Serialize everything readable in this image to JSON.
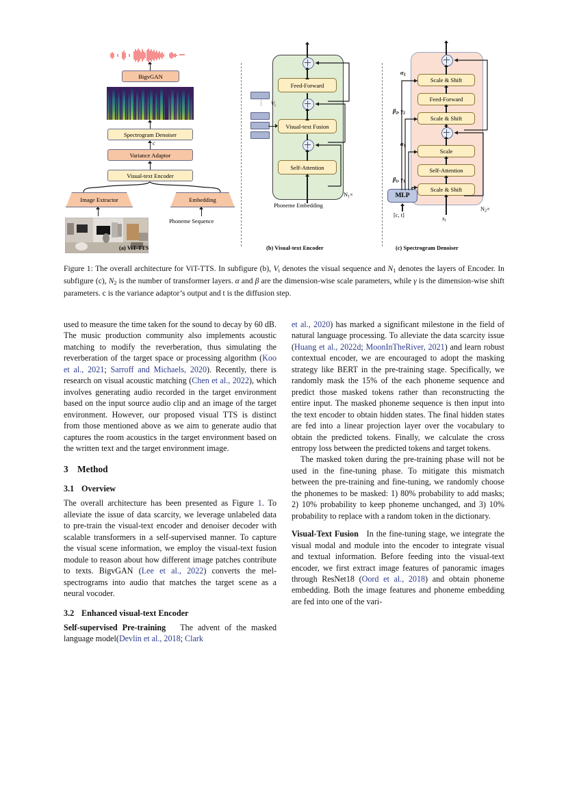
{
  "figure": {
    "subcaptions": [
      {
        "key": "a",
        "label": "(a) ViT-TTS"
      },
      {
        "key": "b",
        "label": "(b) Visual-text Encoder"
      },
      {
        "key": "c",
        "label": "(c) Spectrogram Denoiser"
      }
    ],
    "panel_a": {
      "nodes": [
        {
          "id": "bigvgan",
          "label": "BigvGAN"
        },
        {
          "id": "spectrogram-denoiser",
          "label": "Spectrogram Denoiser"
        },
        {
          "id": "variance-adaptor",
          "label": "Variance Adaptor"
        },
        {
          "id": "visual-text-encoder",
          "label": "Visual-text Encoder"
        },
        {
          "id": "image-extractor",
          "label": "Image Extractor"
        },
        {
          "id": "embedding",
          "label": "Embedding"
        }
      ],
      "edge_label_c": "c",
      "input_label": "Phoneme Sequence"
    },
    "panel_b": {
      "nodes": [
        {
          "id": "feed-forward",
          "label": "Feed-Forward"
        },
        {
          "id": "visual-text-fusion",
          "label": "Visual-text Fusion"
        },
        {
          "id": "self-attention",
          "label": "Self-Attention"
        }
      ],
      "visual_sequence_label": "V",
      "visual_sequence_sub": "i",
      "repeat_label": "N",
      "repeat_sub": "1",
      "repeat_suffix": "×",
      "input_label": "Phoneme Embedding"
    },
    "panel_c": {
      "nodes": [
        {
          "id": "scale-shift-top",
          "label": "Scale & Shift"
        },
        {
          "id": "feed-forward",
          "label": "Feed-Forward"
        },
        {
          "id": "scale-shift-upper",
          "label": "Scale & Shift"
        },
        {
          "id": "scale",
          "label": "Scale"
        },
        {
          "id": "self-attention",
          "label": "Self-Attention"
        },
        {
          "id": "scale-shift-bottom",
          "label": "Scale & Shift"
        },
        {
          "id": "mlp",
          "label": "MLP"
        }
      ],
      "params": [
        {
          "id": "alpha2",
          "label": "α",
          "sub": "2"
        },
        {
          "id": "beta2-gamma2",
          "label": "β",
          "sub": "2",
          "label2": ", γ",
          "sub2": "2"
        },
        {
          "id": "alpha1",
          "label": "α",
          "sub": "1"
        },
        {
          "id": "beta1-gamma1",
          "label": "β",
          "sub": "1",
          "label2": ", γ",
          "sub2": "1"
        }
      ],
      "mlp_input_label": "[c, t]",
      "x_input_label": "x",
      "x_input_sub": "t",
      "repeat_label": "N",
      "repeat_sub": "2",
      "repeat_suffix": "×"
    },
    "caption": "Figure 1: The overall architecture for ViT-TTS. In subfigure (b), Vi denotes the visual sequence and N1 denotes the layers of Encoder. In subfigure (c), N2 is the number of transformer layers. α and β are the dimension-wise scale parameters, while γ is the dimension-wise shift parameters. c is the variance adaptor's output and t is the diffusion step."
  },
  "colors": {
    "peach": "#f7c6a4",
    "cream": "#fdeec4",
    "green_panel": "#dfedd5",
    "pink_panel": "#fadfd2",
    "blue_block": "#bcc7e2",
    "citation": "#2b3a8c",
    "waveform_red": "#ee2222"
  },
  "body": {
    "left_column": {
      "para1": "used to measure the time taken for the sound to decay by 60 dB. The music production community also implements acoustic matching to modify the reverberation, thus simulating the reverberation of the target space or processing algorithm (",
      "para1_cite1": "Koo et al., 2021",
      "para1_mid1": "; ",
      "para1_cite2": "Sarroff and Michaels, 2020",
      "para1_mid2": "). Recently, there is research on visual acoustic matching (",
      "para1_cite3": "Chen et al., 2022",
      "para1_end": "), which involves generating audio recorded in the target environment based on the input source audio clip and an image of the target environment. However, our proposed visual TTS is distinct from those mentioned above as we aim to generate audio that captures the room acoustics in the target environment based on the written text and the target environment image.",
      "section3_num": "3",
      "section3_title": "Method",
      "section31_num": "3.1",
      "section31_title": "Overview",
      "para2_a": "The overall architecture has been presented as Figure ",
      "para2_figref": "1",
      "para2_b": ". To alleviate the issue of data scarcity, we leverage unlabeled data to pre-train the visual-text encoder and denoiser decoder with scalable transformers in a self-supervised manner. To capture the visual scene information, we employ the visual-text fusion module to reason about how different image patches contribute to texts. BigvGAN (",
      "para2_cite": "Lee et al., 2022",
      "para2_c": ") converts the mel-spectrograms into audio that matches the target scene as a neural vocoder.",
      "section32_num": "3.2",
      "section32_title": "Enhanced visual-text Encoder",
      "para3_runin": "Self-supervised Pre-training",
      "para3_a": "The advent of the masked language model(",
      "para3_cite1": "Devlin et al., 2018",
      "para3_mid": "; ",
      "para3_cite2": "Clark"
    },
    "right_column": {
      "para1_cite_cont": "et al., 2020",
      "para1_a": ") has marked a significant milestone in the field of natural language processing. To alleviate the data scarcity issue (",
      "para1_cite1": "Huang et al., 2022d",
      "para1_mid1": "; ",
      "para1_cite2": "MoonInTheRiver, 2021",
      "para1_b": ") and learn robust contextual encoder, we are encouraged to adopt the masking strategy like BERT in the pre-training stage. Specifically, we randomly mask the 15% of the each phoneme sequence and predict those masked tokens rather than reconstructing the entire input. The masked phoneme sequence is then input into the text encoder to obtain hidden states. The final hidden states are fed into a linear projection layer over the vocabulary to obtain the predicted tokens. Finally, we calculate the cross entropy loss between the predicted tokens and target tokens.",
      "para2": "The masked token during the pre-training phase will not be used in the fine-tuning phase. To mitigate this mismatch between the pre-training and fine-tuning, we randomly choose the phonemes to be masked: 1) 80% probability to add masks; 2) 10% probability to keep phoneme unchanged, and 3) 10% probability to replace with a random token in the dictionary.",
      "para3_runin": "Visual-Text Fusion",
      "para3_a": "In the fine-tuning stage, we integrate the visual modal and module into the encoder to integrate visual and textual information. Before feeding into the visual-text encoder, we first extract image features of panoramic images through ResNet18 (",
      "para3_cite": "Oord et al., 2018",
      "para3_b": ") and obtain phoneme embedding. Both the image features and phoneme embedding are fed into one of the vari-"
    }
  }
}
